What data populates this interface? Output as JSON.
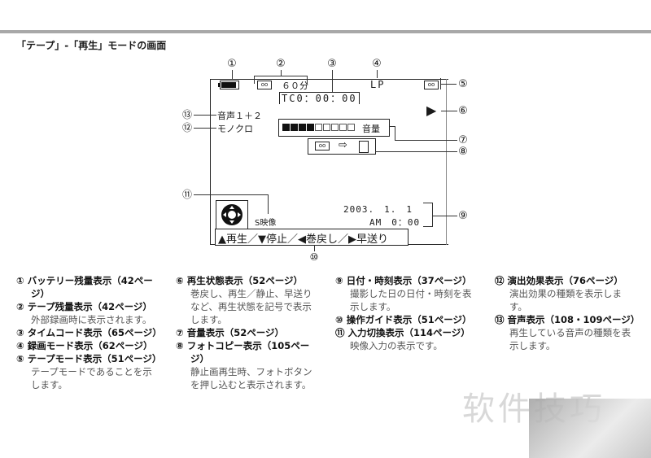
{
  "page": {
    "title": "「テープ」-「再生」モードの画面"
  },
  "screen": {
    "callouts": [
      "①",
      "②",
      "③",
      "④",
      "⑤",
      "⑥",
      "⑦",
      "⑧",
      "⑨",
      "⑩",
      "⑪",
      "⑫",
      "⑬"
    ],
    "battery_icon": "battery-full-icon",
    "tape_remaining": "６０分",
    "timecode": "TC0：00：00",
    "record_mode": "LP",
    "tape_mode_icon": "cassette-icon",
    "tape_icon_glyph": "oo",
    "play_state_icon": "▶",
    "audio": "音声１＋２",
    "effect": "モノクロ",
    "volume": {
      "label": "音量",
      "filled": 4,
      "total": 9
    },
    "photocopy": {
      "from_icon": "cassette-icon",
      "arrow": "⇨",
      "to_icon": "card-icon"
    },
    "date": "2003.　1.　1",
    "time": "AM　0：00",
    "input": "S映像",
    "guide": "▲再生／▼停止／◀巻戻し／▶早送り"
  },
  "descriptions": {
    "col1": [
      {
        "num": "①",
        "head": "バッテリー残量表示（42ペー",
        "cont": "ジ）",
        "body": []
      },
      {
        "num": "②",
        "head": "テープ残量表示（42ページ）",
        "body": [
          "外部録画時に表示されます。"
        ]
      },
      {
        "num": "③",
        "head": "タイムコード表示（65ページ）",
        "body": []
      },
      {
        "num": "④",
        "head": "録画モード表示（62ページ）",
        "body": []
      },
      {
        "num": "⑤",
        "head": "テープモード表示（51ページ）",
        "body": [
          "テープモードであることを示",
          "します。"
        ]
      }
    ],
    "col2": [
      {
        "num": "⑥",
        "head": "再生状態表示（52ページ）",
        "body": [
          "巻戻し、再生／静止、早送り",
          "など、再生状態を記号で表示",
          "します。"
        ]
      },
      {
        "num": "⑦",
        "head": "音量表示（52ページ）",
        "body": []
      },
      {
        "num": "⑧",
        "head": "フォトコピー表示（105ペー",
        "cont": "ジ）",
        "body": [
          "静止画再生時、フォトボタン",
          "を押し込むと表示されます。"
        ]
      }
    ],
    "col3": [
      {
        "num": "⑨",
        "head": "日付・時刻表示（37ページ）",
        "body": [
          "撮影した日の日付・時刻を表",
          "示します。"
        ]
      },
      {
        "num": "⑩",
        "head": "操作ガイド表示（51ページ）",
        "body": []
      },
      {
        "num": "⑪",
        "head": "入力切換表示（114ページ）",
        "body": [
          "映像入力の表示です。"
        ]
      }
    ],
    "col4": [
      {
        "num": "⑫",
        "head": "演出効果表示（76ページ）",
        "body": [
          "演出効果の種類を表示しま",
          "す。"
        ]
      },
      {
        "num": "⑬",
        "head": "音声表示（108・109ページ）",
        "body": [
          "再生している音声の種類を表",
          "示します。"
        ]
      }
    ]
  },
  "watermark": "软件技巧"
}
